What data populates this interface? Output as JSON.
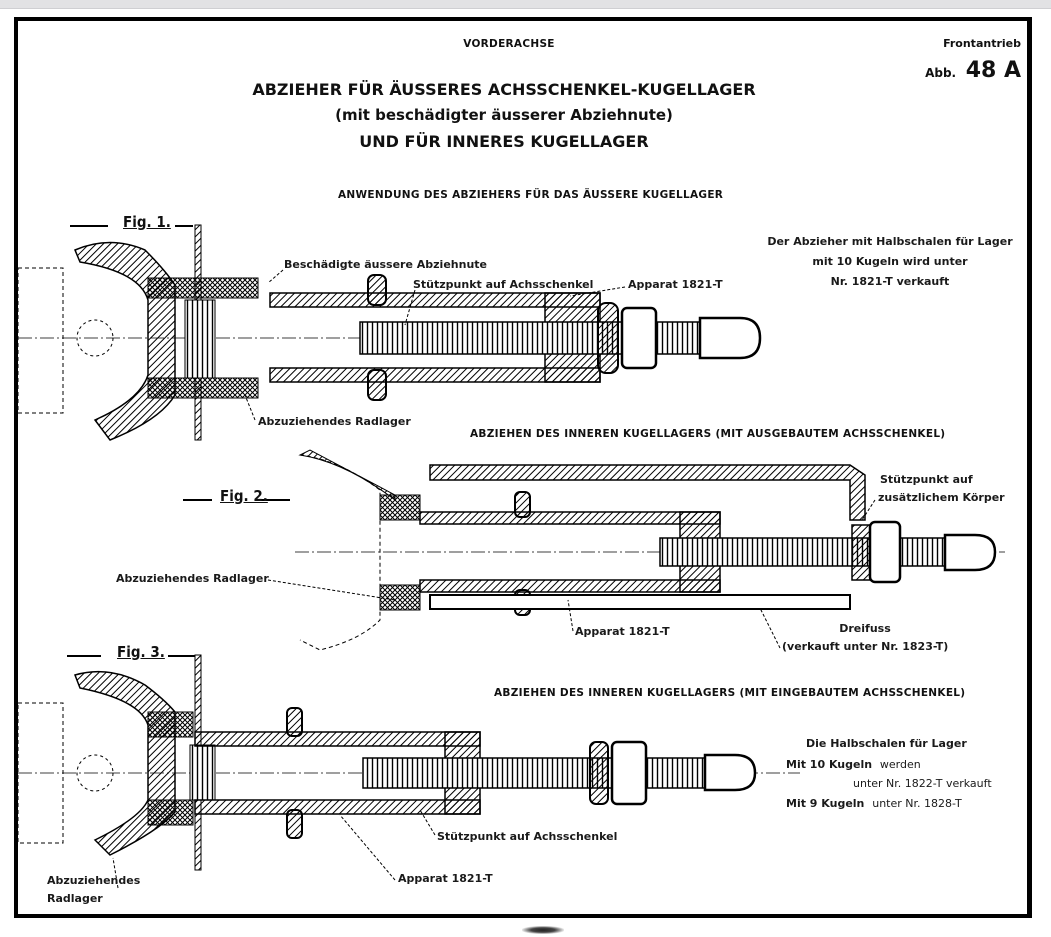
{
  "header": {
    "section": "VORDERACHSE",
    "category": "Frontantrieb",
    "figure_prefix": "Abb.",
    "figure_number": "48 A"
  },
  "title": {
    "line1": "ABZIEHER FÜR ÄUSSERES ACHSSCHENKEL-KUGELLAGER",
    "line2": "(mit beschädigter äusserer Abziehnute)",
    "line3": "UND FÜR INNERES KUGELLAGER"
  },
  "fig1": {
    "label": "Fig. 1.",
    "heading": "ANWENDUNG DES ABZIEHERS FÜR DAS ÄUSSERE KUGELLAGER",
    "callouts": {
      "damaged_groove": "Beschädigte äussere Abziehnute",
      "support_point": "Stützpunkt auf Achsschenkel",
      "apparatus": "Apparat 1821-T",
      "bearing": "Abzuziehendes Radlager"
    },
    "note": [
      "Der Abzieher mit Halbschalen für Lager",
      "mit 10 Kugeln wird unter",
      "Nr. 1821-T verkauft"
    ]
  },
  "fig2": {
    "label": "Fig. 2.",
    "heading": "ABZIEHEN DES INNEREN KUGELLAGERS (MIT AUSGEBAUTEM ACHSSCHENKEL)",
    "callouts": {
      "support_point_line1": "Stützpunkt auf",
      "support_point_line2": "zusätzlichem Körper",
      "bearing": "Abzuziehendes Radlager",
      "apparatus": "Apparat 1821-T",
      "tripod": "Dreifuss",
      "tripod_sold": "(verkauft unter Nr. 1823-T)"
    }
  },
  "fig3": {
    "label": "Fig. 3.",
    "heading": "ABZIEHEN DES INNEREN KUGELLAGERS (MIT EINGEBAUTEM ACHSSCHENKEL)",
    "callouts": {
      "support_point": "Stützpunkt auf Achsschenkel",
      "apparatus": "Apparat 1821-T",
      "bearing_line1": "Abzuziehendes",
      "bearing_line2": "Radlager"
    },
    "note": {
      "line1": "Die Halbschalen für Lager",
      "line2_bold": "Mit 10 Kugeln",
      "line2_rest": "werden",
      "line3": "unter Nr. 1822-T verkauft",
      "line4_bold": "Mit 9 Kugeln",
      "line4_rest": "unter Nr. 1828-T"
    }
  }
}
